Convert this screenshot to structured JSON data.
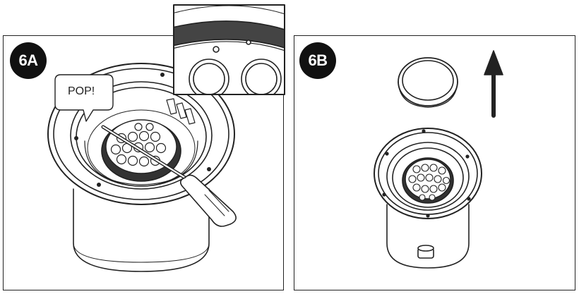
{
  "panel_a": {
    "step_label": "6A",
    "callout_text": "POP!"
  },
  "panel_b": {
    "step_label": "6B"
  },
  "colors": {
    "line": "#222222",
    "badge": "#111111",
    "gasket": "#555555"
  }
}
